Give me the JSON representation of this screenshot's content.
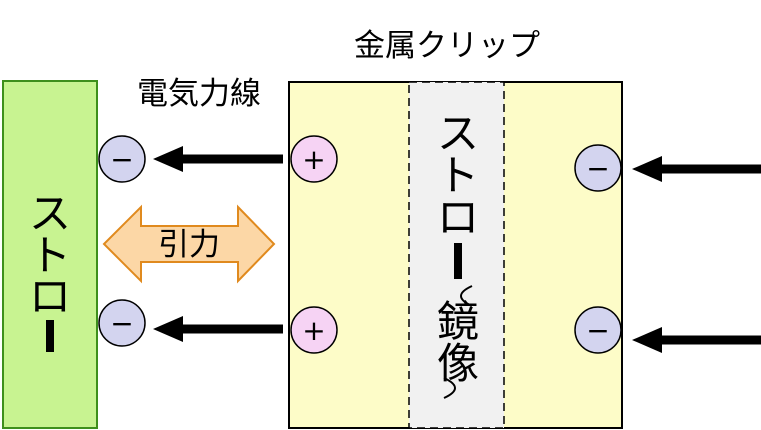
{
  "labels": {
    "metal_clip": "金属クリップ",
    "field_lines": "電気力線",
    "attraction": "引力",
    "straw_left": "ストロー",
    "straw_mirror_chars": [
      "ス",
      "ト",
      "ロ",
      "ー",
      "（",
      "鏡",
      "像",
      "）"
    ]
  },
  "charges": {
    "negative": "−",
    "positive": "+"
  },
  "colors": {
    "straw_fill": "#c8f391",
    "straw_stroke": "#3e8f1c",
    "clip_fill": "#fdfcc8",
    "mirror_fill": "#f1f1f1",
    "negative_fill": "#d3d4ef",
    "positive_fill": "#f6d3f4",
    "attraction_fill": "#fcd7a6",
    "attraction_stroke": "#e08a1e"
  }
}
